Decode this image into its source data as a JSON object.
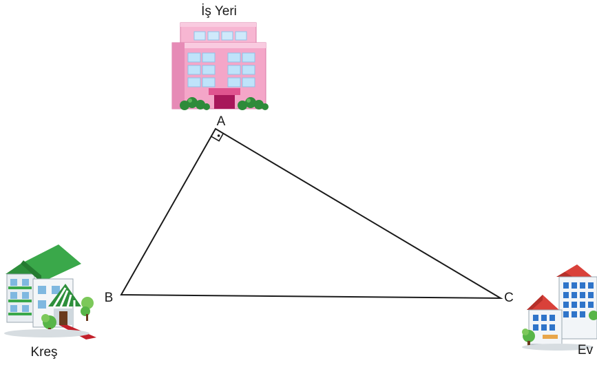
{
  "labels": {
    "workplace": "İş Yeri",
    "nursery": "Kreş",
    "home": "Ev",
    "vertex_a": "A",
    "vertex_b": "B",
    "vertex_c": "C"
  },
  "icons": {
    "workplace": "office-building-icon",
    "nursery": "nursery-house-icon",
    "home": "apartment-houses-icon",
    "right_angle": "right-angle-marker-icon"
  },
  "colors": {
    "workplace_building": "#f4a6c8",
    "nursery_building": "#3aa84a",
    "home_roof": "#d9413a",
    "home_windows": "#2f74c9",
    "line": "#1a1a1a"
  }
}
